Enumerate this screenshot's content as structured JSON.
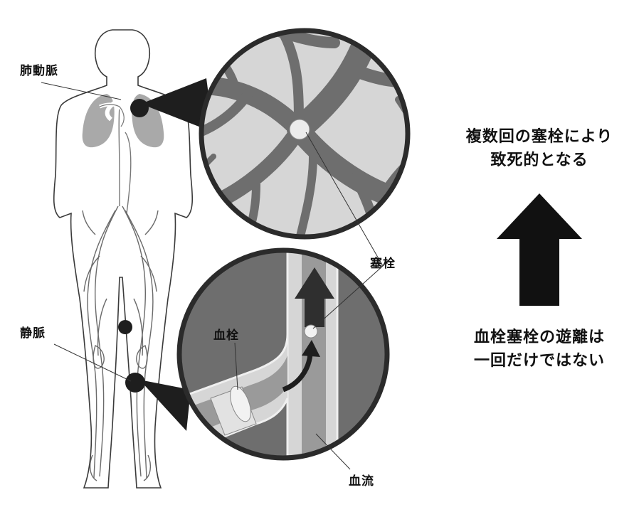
{
  "labels": {
    "pulmonary_artery": "肺動脈",
    "vein": "静脈",
    "embolus": "塞栓",
    "thrombus": "血栓",
    "blood_flow": "血流"
  },
  "messages": {
    "top_line1": "複数回の塞栓により",
    "top_line2": "致死的となる",
    "bottom_line1": "血栓塞栓の遊離は",
    "bottom_line2": "一回だけではない"
  },
  "colors": {
    "outline": "#2b2b2b",
    "dark_fill": "#1e1e1e",
    "mid_gray": "#6e6e6e",
    "light_gray": "#d2d2d2",
    "lung_gray": "#a9a9a9",
    "arrow": "#111111"
  }
}
